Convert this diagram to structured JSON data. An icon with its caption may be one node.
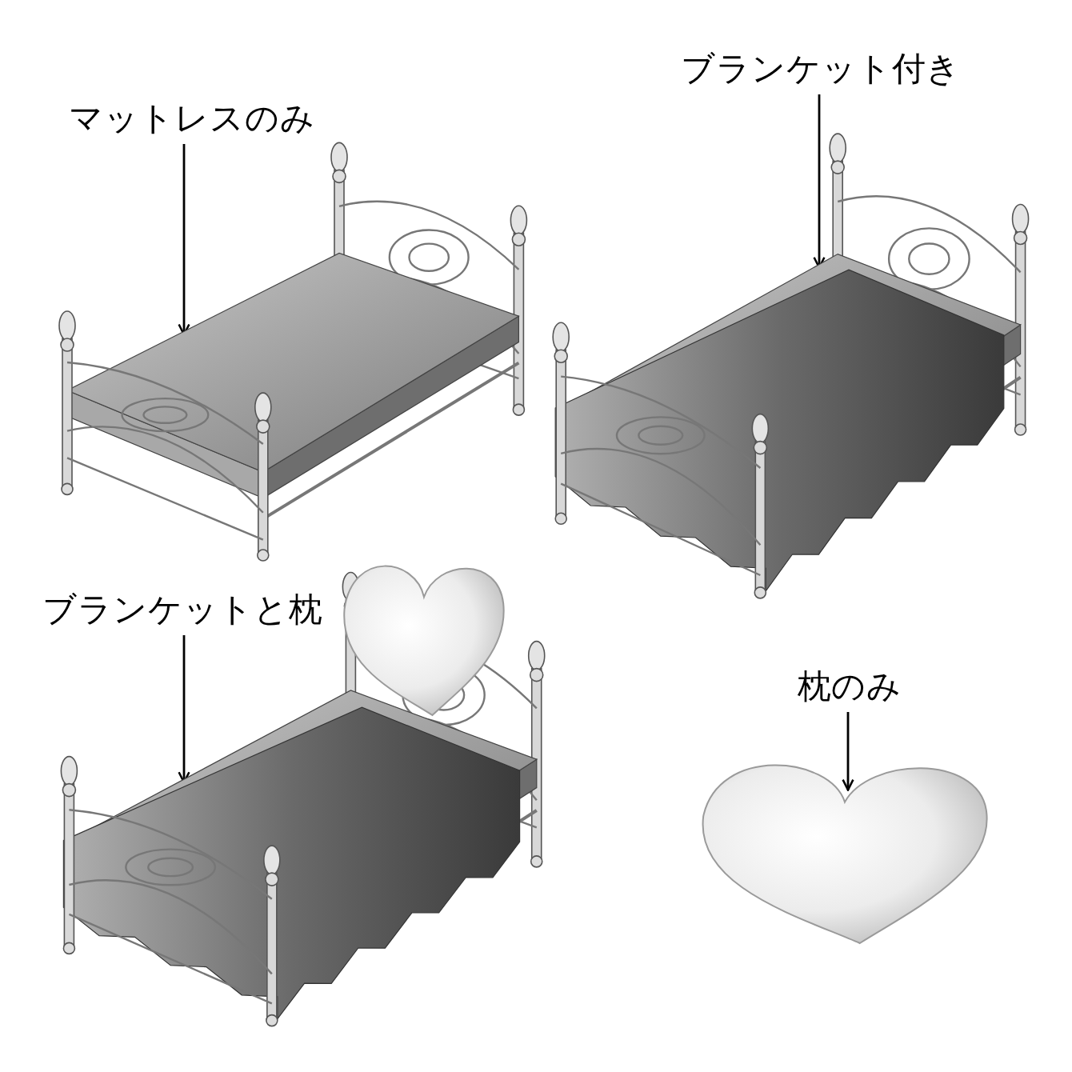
{
  "diagram": {
    "nodes": [
      {
        "text": [
          "マットレスのみ"
        ]
      },
      {
        "text": [
          "ブランケット付き"
        ]
      },
      {
        "text": [],
        "shape": "picture"
      },
      {
        "text": [],
        "shape": "picture"
      },
      {
        "text": [
          "ブランケットと枕"
        ]
      },
      {
        "text": [],
        "shape": "picture"
      },
      {
        "text": [
          "枕のみ"
        ]
      },
      {
        "text": [],
        "shape": "picture"
      }
    ],
    "edges": [
      {
        "from": 0,
        "to": 2,
        "arrow": "to"
      },
      {
        "from": 1,
        "to": 3,
        "arrow": "to"
      },
      {
        "from": 4,
        "to": 5,
        "arrow": "to"
      },
      {
        "from": 6,
        "to": 7,
        "arrow": "to"
      }
    ]
  }
}
